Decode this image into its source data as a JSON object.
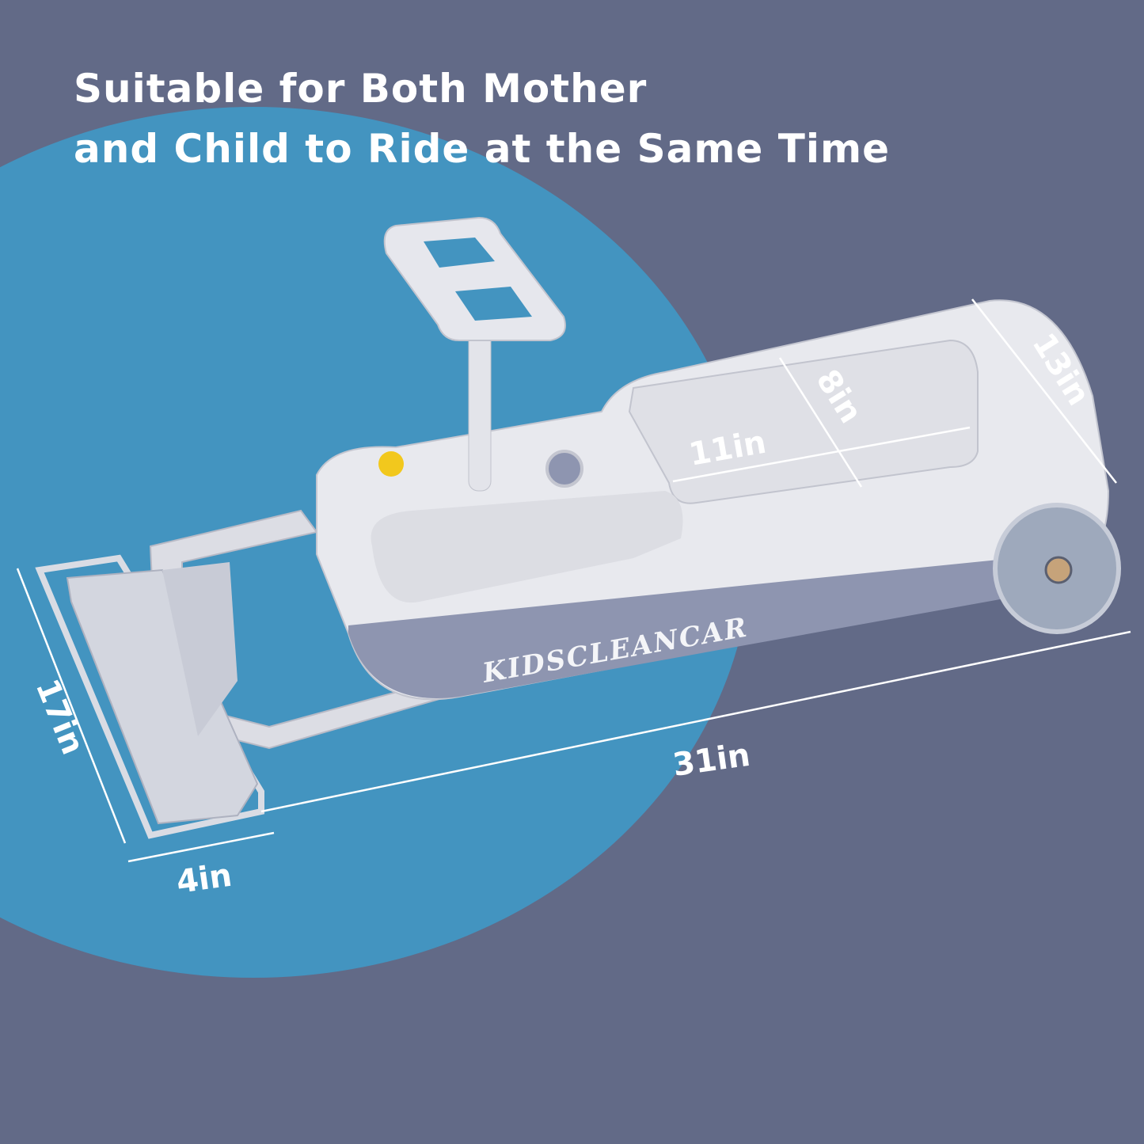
{
  "headline": {
    "line1": "Suitable for Both Mother",
    "line2": "and Child to Ride at the Same Time"
  },
  "product": {
    "brand": "KIDSCLEANCAR"
  },
  "dimensions": {
    "width": "13in",
    "seat_depth": "8in",
    "seat_length": "11in",
    "pedal_length": "17in",
    "total_length": "31in",
    "pedal_width": "4in"
  },
  "colors": {
    "background": "#626a87",
    "accent_circle": "#4394c0",
    "text": "#ffffff"
  }
}
